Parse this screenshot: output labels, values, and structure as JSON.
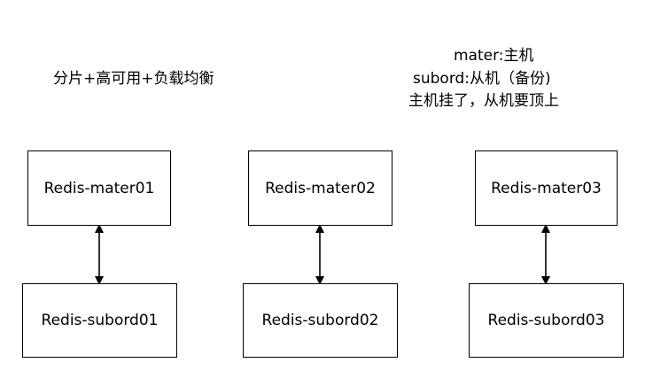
{
  "annotations": {
    "sharding_note": "分片+高可用+负载均衡",
    "legend_master": "mater:主机",
    "legend_slave": "subord:从机（备份)",
    "legend_failover": "主机挂了，从机要顶上"
  },
  "pairs": [
    {
      "master": "Redis-mater01",
      "slave": "Redis-subord01"
    },
    {
      "master": "Redis-mater02",
      "slave": "Redis-subord02"
    },
    {
      "master": "Redis-mater03",
      "slave": "Redis-subord03"
    }
  ],
  "colors": {
    "stroke": "#000000",
    "background": "#ffffff",
    "text": "#000000"
  }
}
